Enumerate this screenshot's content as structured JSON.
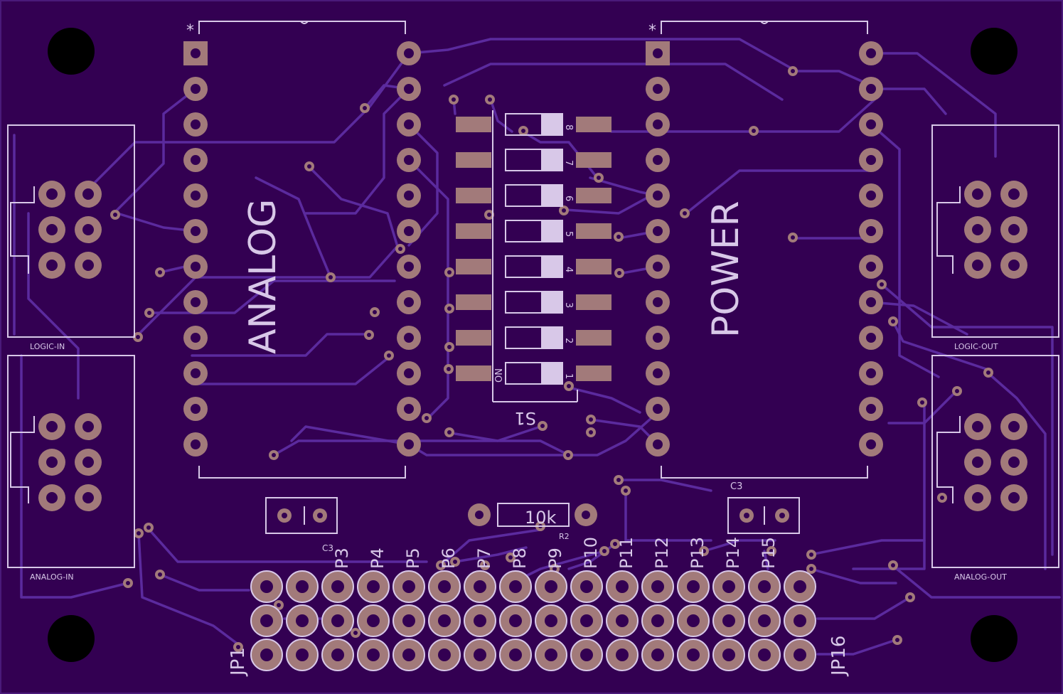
{
  "colors": {
    "board": "#330052",
    "trace": "#5b2a9e",
    "pad": "#a27a7a",
    "silkscreen": "#d8c8e8",
    "drill": "#000000"
  },
  "components": {
    "u_left": {
      "label": "ANALOG",
      "pins_per_side": 12
    },
    "u_right": {
      "label": "POWER",
      "pins_per_side": 12
    },
    "dip_switch": {
      "name": "S1",
      "on_label": "ON",
      "positions": [
        "1",
        "2",
        "3",
        "4",
        "5",
        "6",
        "7",
        "8"
      ]
    },
    "resistor": {
      "value": "10k",
      "name": "R2"
    },
    "capacitor_left": {
      "name": "C3"
    },
    "capacitor_right": {
      "name": "C3"
    },
    "header": {
      "column_labels": [
        "P3",
        "P4",
        "P5",
        "P6",
        "P7",
        "P8",
        "P9",
        "P10",
        "P11",
        "P12",
        "P13",
        "P14",
        "P15"
      ],
      "left_label": "JP1",
      "right_label": "JP16",
      "columns": 16,
      "rows": 3
    },
    "connectors": [
      {
        "name": "LOGIC-IN"
      },
      {
        "name": "ANALOG-IN"
      },
      {
        "name": "LOGIC-OUT"
      },
      {
        "name": "ANALOG-OUT"
      }
    ]
  }
}
